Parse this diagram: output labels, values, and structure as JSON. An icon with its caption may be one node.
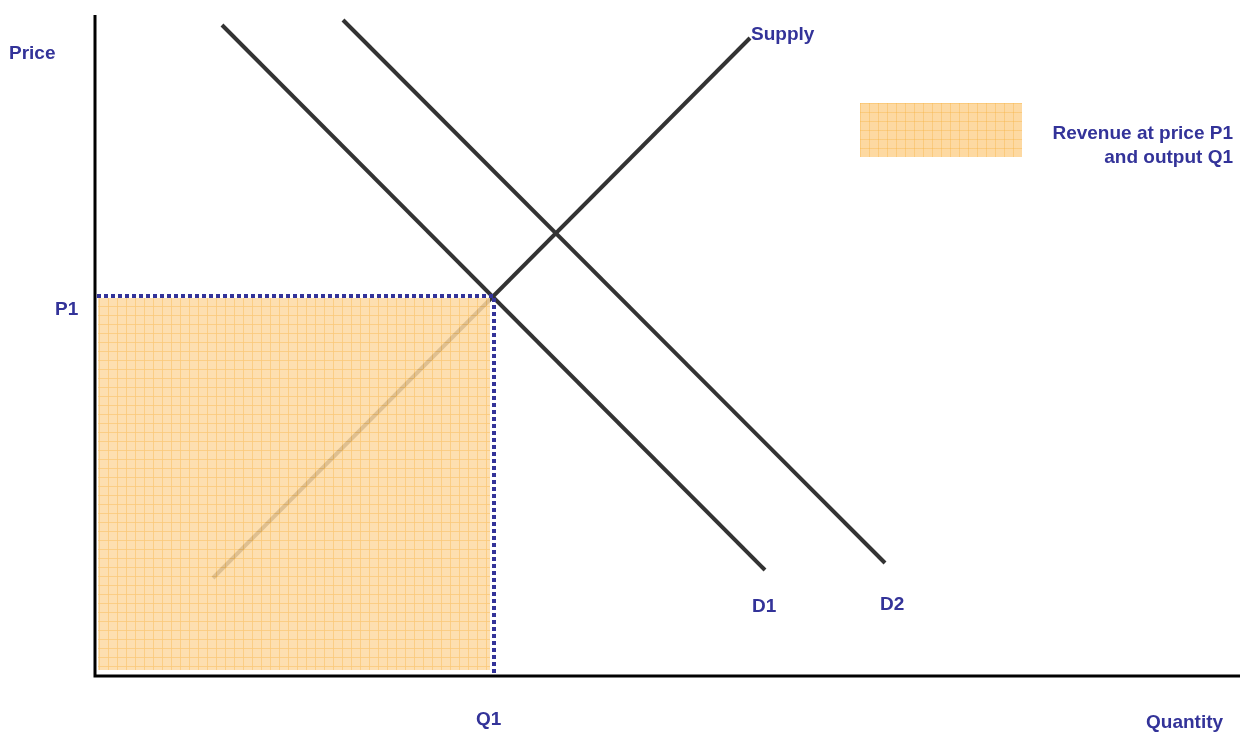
{
  "diagram": {
    "labels": [
      "Price",
      "Supply",
      "P1",
      "D1",
      "D2",
      "Q1",
      "Quantity"
    ],
    "legend": [
      {
        "text": "Revenue at price P1 and output Q1",
        "color": "#fdd9a2"
      }
    ]
  }
}
